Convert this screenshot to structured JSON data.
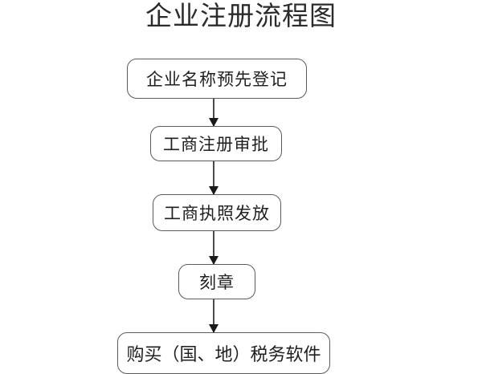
{
  "chart_data": {
    "type": "diagram",
    "diagram_kind": "flowchart",
    "title": "企业注册流程图",
    "orientation": "top-to-bottom",
    "nodes": [
      {
        "id": "n1",
        "label": "企业名称预先登记",
        "shape": "rounded-rectangle"
      },
      {
        "id": "n2",
        "label": "工商注册审批",
        "shape": "rounded-rectangle"
      },
      {
        "id": "n3",
        "label": "工商执照发放",
        "shape": "rounded-rectangle"
      },
      {
        "id": "n4",
        "label": "刻章",
        "shape": "rounded-rectangle"
      },
      {
        "id": "n5",
        "label": "购买（国、地）税务软件",
        "shape": "rounded-rectangle"
      }
    ],
    "edges": [
      {
        "from": "n1",
        "to": "n2",
        "style": "solid-arrow"
      },
      {
        "from": "n2",
        "to": "n3",
        "style": "solid-arrow"
      },
      {
        "from": "n3",
        "to": "n4",
        "style": "solid-arrow"
      },
      {
        "from": "n4",
        "to": "n5",
        "style": "solid-arrow"
      }
    ],
    "colors": {
      "background": "#ffffff",
      "node_border": "#5b5b5b",
      "node_fill": "#ffffff",
      "text": "#1f1f1f",
      "title_text": "#2b2b2b",
      "connector": "#4a4a4a"
    }
  },
  "diagram": {
    "title": "企业注册流程图",
    "nodes": [
      {
        "label": "企业名称预先登记"
      },
      {
        "label": "工商注册审批"
      },
      {
        "label": "工商执照发放"
      },
      {
        "label": "刻章"
      },
      {
        "label": "购买（国、地）税务软件"
      }
    ]
  }
}
